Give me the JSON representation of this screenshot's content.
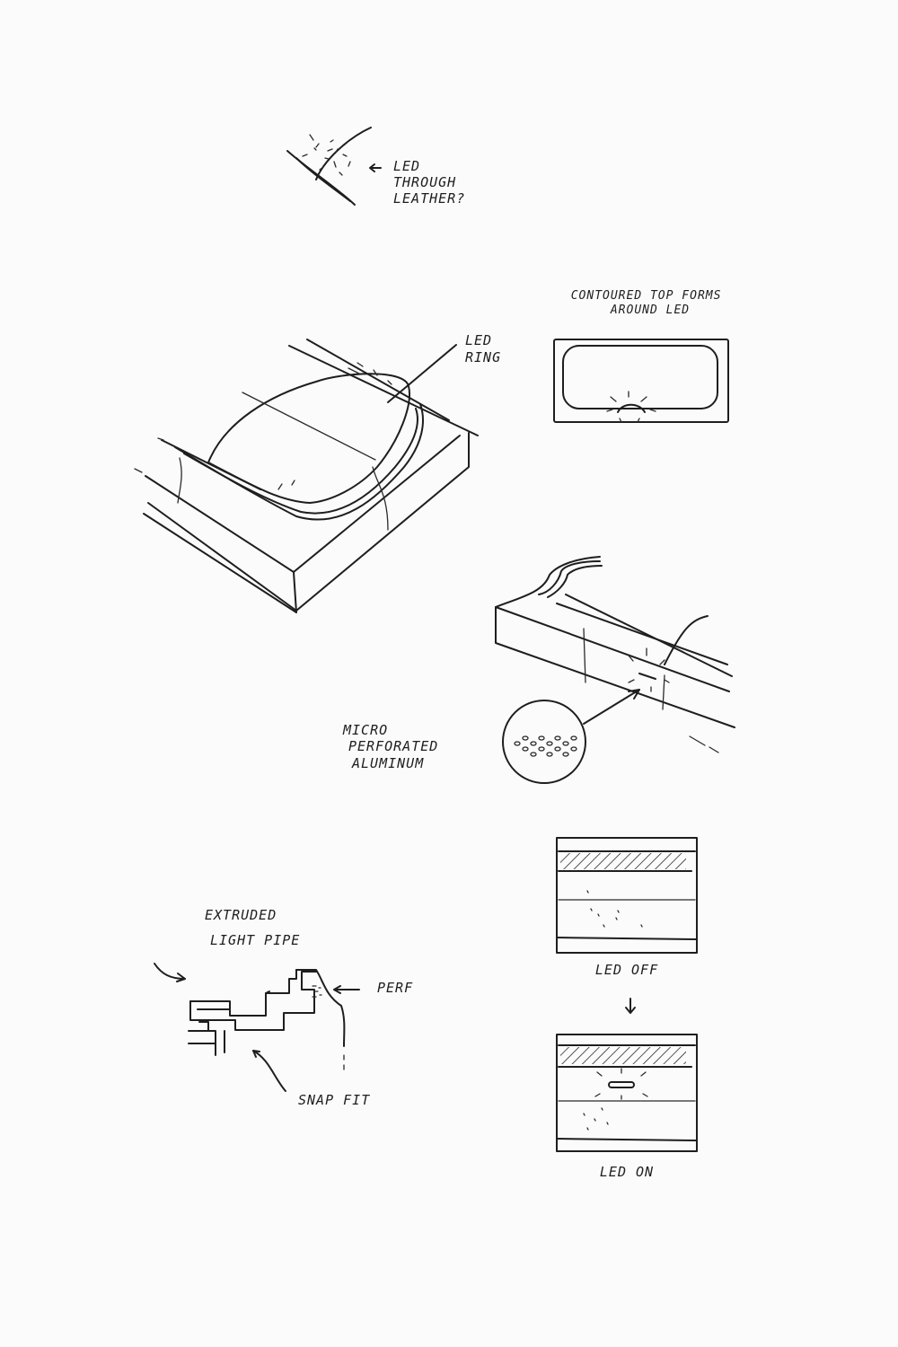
{
  "annotations": {
    "led_through_leather": [
      "LED",
      "THROUGH",
      "LEATHER?"
    ],
    "contoured_top": [
      "CONTOURED TOP FORMS",
      "AROUND LED"
    ],
    "led_ring": [
      "LED",
      "RING"
    ],
    "micro_perforated": [
      "MICRO",
      "PERFORATED",
      "ALUMINUM"
    ],
    "extruded_light_pipe": [
      "EXTRUDED",
      "LIGHT PIPE"
    ],
    "perf": "PERF",
    "snap_fit": "SNAP FIT",
    "led_off": "LED OFF",
    "led_on": "LED ON"
  },
  "ink_color": "#1e1e1e",
  "paper_color": "#fbfbfb"
}
